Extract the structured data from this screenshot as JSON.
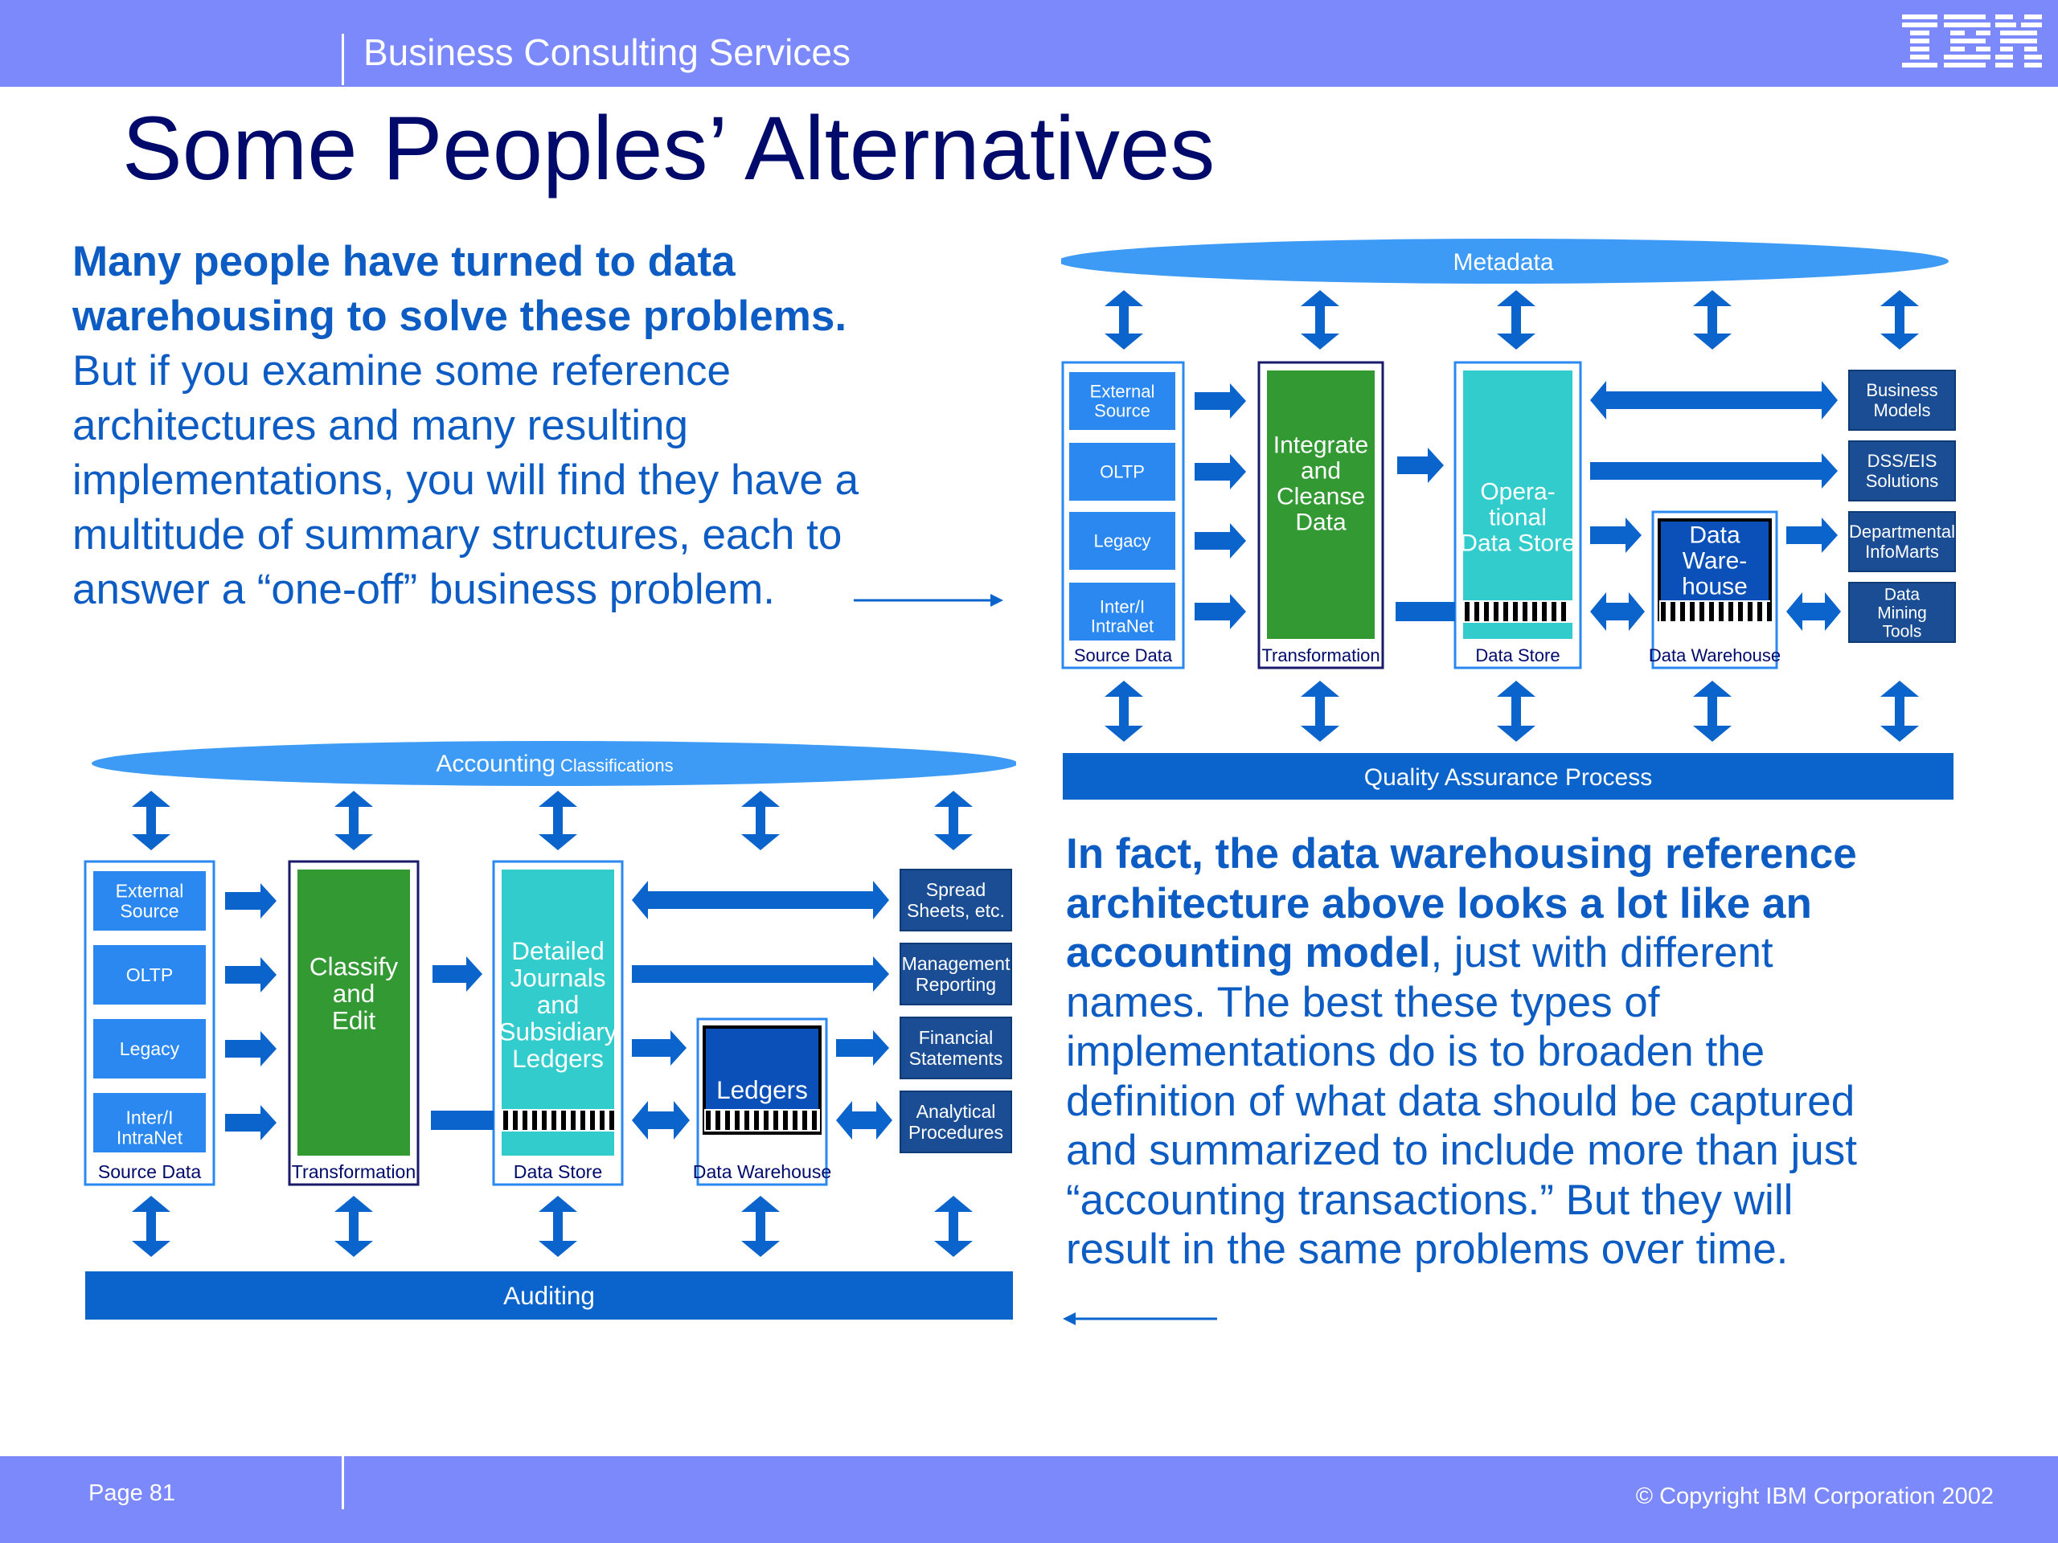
{
  "header": {
    "brand": "Business Consulting Services",
    "logo": "IBM"
  },
  "slide": {
    "title": "Some Peoples’ Alternatives"
  },
  "intro": {
    "bold_lines": [
      "Many people have turned to data",
      "warehousing to solve these problems."
    ],
    "lines": [
      "But if you examine some reference",
      "architectures and many resulting",
      "implementations, you will find they have a",
      "multitude of summary structures, each to",
      "answer a “one-off” business problem."
    ]
  },
  "conclusion": {
    "bold_lines": [
      "In fact, the data warehousing reference",
      "architecture above looks a lot like an"
    ],
    "bold_tail": "accounting model",
    "tail": ", just with different",
    "lines": [
      "names. The best these types of",
      "implementations do is to broaden the",
      "definition of what data should be captured",
      "and summarized to include more than just",
      "“accounting transactions.”  But they will",
      "result in the same problems over time."
    ]
  },
  "dw_diagram": {
    "top_bar": "Metadata",
    "bottom_bar": "Quality Assurance Process",
    "sources": [
      [
        "External",
        "Source"
      ],
      [
        "OLTP"
      ],
      [
        "Legacy"
      ],
      [
        "Inter/I",
        "IntraNet"
      ]
    ],
    "source_caption": "Source Data",
    "transform": [
      "Integrate",
      "and",
      "Cleanse",
      "Data"
    ],
    "transform_caption": "Transformation",
    "store": [
      "Opera-",
      "tional",
      "Data Store"
    ],
    "store_caption": "Data Store",
    "warehouse": [
      "Data",
      "Ware-",
      "house"
    ],
    "warehouse_caption": "Data Warehouse",
    "outputs": [
      [
        "Business",
        "Models"
      ],
      [
        "DSS/EIS",
        "Solutions"
      ],
      [
        "Departmental",
        "InfoMarts"
      ],
      [
        "Data",
        "Mining",
        "Tools"
      ]
    ]
  },
  "acct_diagram": {
    "top_bar_main": "Accounting",
    "top_bar_sub": "Classifications",
    "bottom_bar": "Auditing",
    "sources": [
      [
        "External",
        "Source"
      ],
      [
        "OLTP"
      ],
      [
        "Legacy"
      ],
      [
        "Inter/I",
        "IntraNet"
      ]
    ],
    "source_caption": "Source Data",
    "transform": [
      "Classify",
      "and",
      "Edit"
    ],
    "transform_caption": "Transformation",
    "store": [
      "Detailed",
      "Journals",
      "and",
      "Subsidiary",
      "Ledgers"
    ],
    "store_caption": "Data Store",
    "warehouse": [
      "Ledgers"
    ],
    "warehouse_caption": "Data Warehouse",
    "outputs": [
      [
        "Spread",
        "Sheets, etc."
      ],
      [
        "Management",
        "Reporting"
      ],
      [
        "Financial",
        "Statements"
      ],
      [
        "Analytical",
        "Procedures"
      ]
    ]
  },
  "footer": {
    "page": "Page 81",
    "copyright": "© Copyright IBM Corporation 2002"
  },
  "colors": {
    "banner": "#7b89fb",
    "title": "#000a6b",
    "text": "#0c5cc4",
    "arrow": "#0a64cc",
    "ellipse": "#3d9bf5",
    "bar": "#0a64cc",
    "source_box": "#2a88f0",
    "transform": "#339933",
    "store": "#33cccc",
    "dark_box": "#1a4d94"
  }
}
